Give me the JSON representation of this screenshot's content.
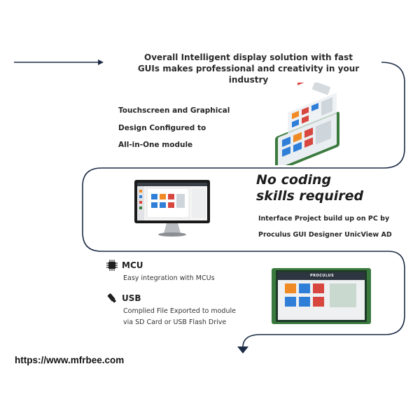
{
  "heading": {
    "line1": "Overall Intelligent display solution with fast",
    "line2": "GUIs makes professional and creativity in your industry"
  },
  "feature": {
    "lines": [
      "Touchscreen and Graphical",
      "Design Configured to",
      "All-in-One module"
    ]
  },
  "slogan": {
    "line1": "No coding",
    "line2": "skills required"
  },
  "pc_text": {
    "line1": "Interface Project build up on PC by",
    "line2": "Proculus GUI Designer UnicView AD"
  },
  "specs": [
    {
      "title": "MCU",
      "icon": "chip-icon",
      "desc": [
        "Easy integration with MCUs"
      ]
    },
    {
      "title": "USB",
      "icon": "usb-icon",
      "desc": [
        "Complied File Exported to module",
        "via SD Card or USB Flash Drive"
      ]
    }
  ],
  "device_brand": "PROCULUS",
  "source_url": "https://www.mfrbee.com",
  "colors": {
    "line": "#1b2b45",
    "green": "#3a7a3e",
    "tile_blue": "#2f7fd8",
    "tile_orange": "#f08a24",
    "tile_red": "#d8473f"
  }
}
